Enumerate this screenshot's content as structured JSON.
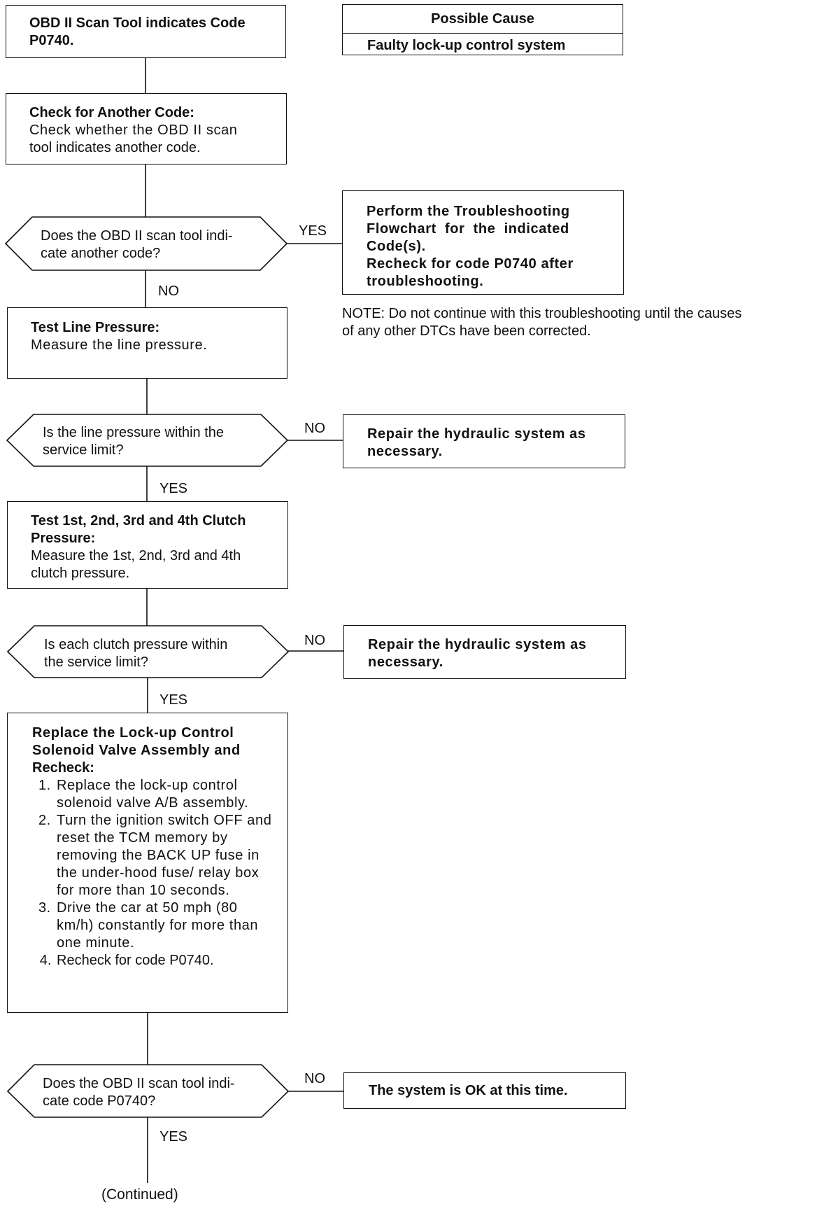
{
  "start": {
    "line1": "OBD II Scan Tool indicates Code",
    "line2": "P0740."
  },
  "possible_cause": {
    "header": "Possible Cause",
    "value": "Faulty lock-up control system"
  },
  "check_code": {
    "title": "Check for Another Code:",
    "line1": "Check whether the OBD II scan",
    "line2": "tool indicates another code."
  },
  "q_another": {
    "line1": "Does the OBD II scan tool indi-",
    "line2": "cate another code?"
  },
  "perform": {
    "line1": "Perform the Troubleshooting",
    "line2": "Flowchart for the indicated",
    "line3": "Code(s).",
    "line4": "Recheck for code P0740 after",
    "line5": "troubleshooting."
  },
  "note": {
    "line1": "NOTE: Do not continue with this troubleshooting until the causes",
    "line2": "of any other DTCs have been corrected."
  },
  "test_line": {
    "title": "Test Line Pressure:",
    "body": "Measure the line pressure."
  },
  "q_line": {
    "line1": "Is the line pressure within the",
    "line2": "service limit?"
  },
  "repair1": {
    "line1": "Repair the hydraulic system as",
    "line2": "necessary."
  },
  "test_clutch": {
    "title1": "Test 1st, 2nd, 3rd and 4th Clutch",
    "title2": "Pressure:",
    "line1": "Measure the 1st, 2nd, 3rd and 4th",
    "line2": "clutch pressure."
  },
  "q_clutch": {
    "line1": "Is each clutch pressure within",
    "line2": "the service limit?"
  },
  "repair2": {
    "line1": "Repair the hydraulic system as",
    "line2": "necessary."
  },
  "replace": {
    "title1": "Replace the Lock-up Control",
    "title2": "Solenoid Valve Assembly and",
    "title3": "Recheck:",
    "steps": [
      "Replace the lock-up control solenoid valve A/B assembly.",
      "Turn the ignition switch OFF and reset the TCM memory by removing the BACK UP fuse in the under-hood fuse/ relay box for more than 10 seconds.",
      "Drive the car at 50 mph (80 km/h) constantly for more than one minute.",
      "Recheck for code P0740."
    ]
  },
  "q_final": {
    "line1": "Does the OBD II scan tool indi-",
    "line2": "cate code P0740?"
  },
  "ok": {
    "text": "The system is OK at this time."
  },
  "labels": {
    "yes1": "YES",
    "no1": "NO",
    "no2": "NO",
    "yes2": "YES",
    "no3": "NO",
    "yes3": "YES",
    "no4": "NO",
    "yes4": "YES"
  },
  "continued": "(Continued)"
}
